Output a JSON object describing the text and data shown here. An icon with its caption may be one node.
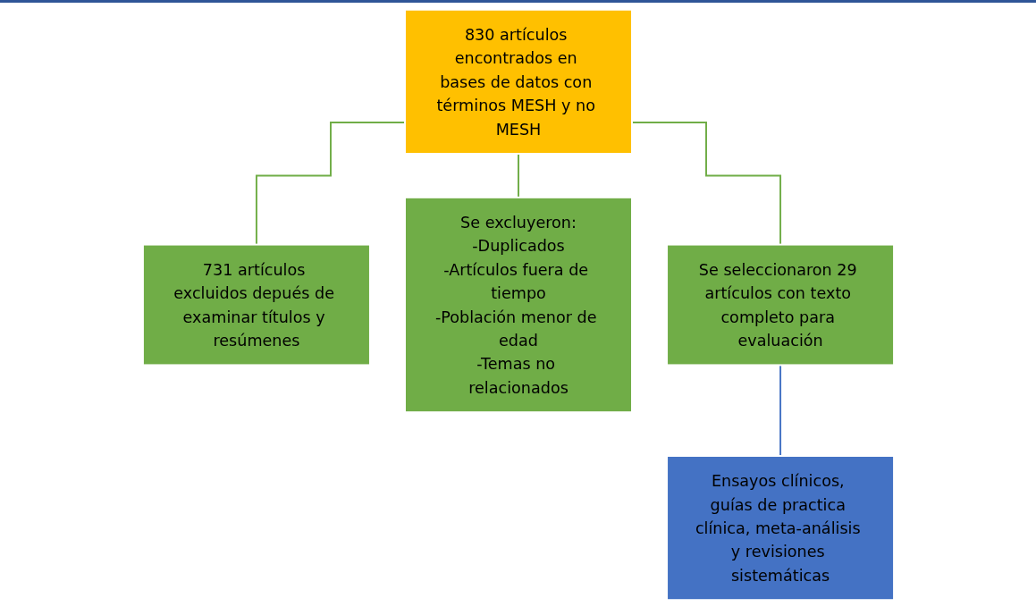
{
  "diagram": {
    "nodes": [
      {
        "text": [
          "830 artículos encontrados en bases de datos con términos MESH y no MESH"
        ]
      },
      {
        "text": [
          "731 artículos excluidos depués de examinar títulos y resúmenes"
        ]
      },
      {
        "text": [
          "Se excluyeron:",
          "-Duplicados",
          "-Artículos fuera de tiempo",
          "-Población menor de edad",
          "-Temas no relacionados"
        ]
      },
      {
        "text": [
          "Se seleccionaron 29 artículos con texto completo para evaluación"
        ]
      },
      {
        "text": [
          "Ensayos clínicos, guías de practica clínica, meta-análisis y revisiones sistemáticas"
        ]
      }
    ],
    "edges": [
      {
        "from": 0,
        "to": 1,
        "arrow": "none"
      },
      {
        "from": 0,
        "to": 2,
        "arrow": "none"
      },
      {
        "from": 0,
        "to": 3,
        "arrow": "none"
      },
      {
        "from": 3,
        "to": 4,
        "arrow": "none",
        "color": "#4472c4"
      }
    ]
  }
}
